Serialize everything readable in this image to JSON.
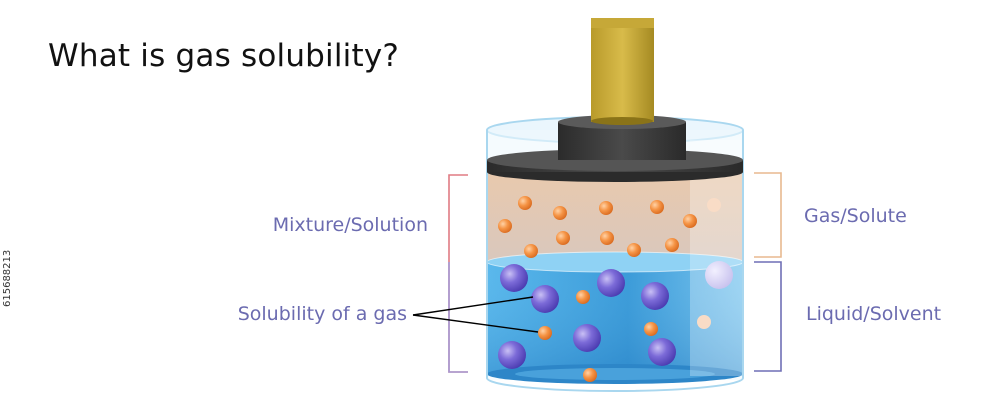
{
  "title": "What is gas solubility?",
  "labels": {
    "mixture": "Mixture/Solution",
    "solubility": "Solubility of a gas",
    "gas": "Gas/Solute",
    "liquid": "Liquid/Solvent"
  },
  "watermark_id": "615688213",
  "colors": {
    "label_text": "#6b6bb0",
    "mixture_bracket": "#e07b83",
    "gas_bracket": "#e8b98f",
    "liquid_bracket": "#6f6fb5",
    "gas_particle": "#f08a3c",
    "liquid_particle": "#7c6bd0",
    "piston_rod": "#c9a93a",
    "water": "#3a9ad8"
  }
}
